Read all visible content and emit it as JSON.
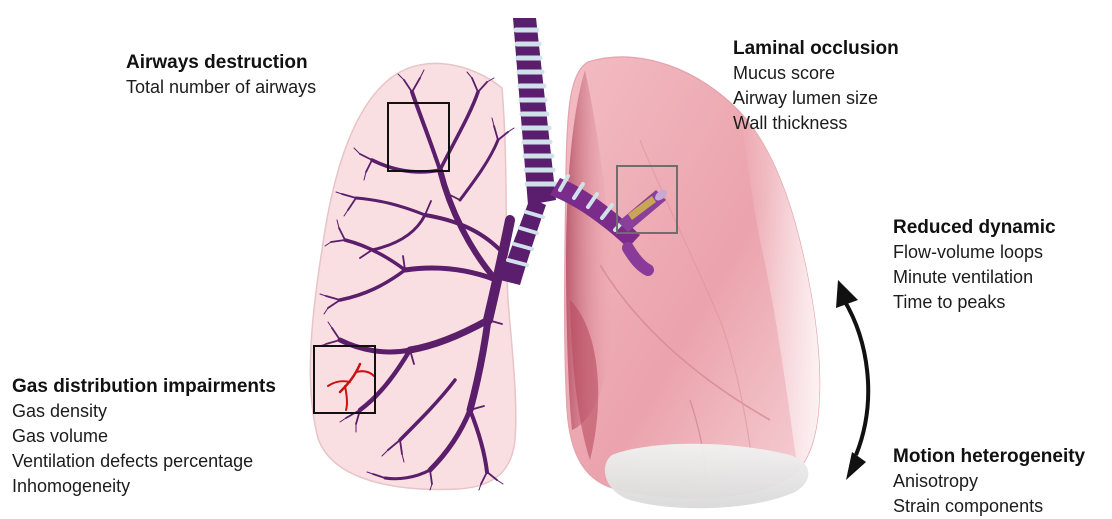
{
  "diagram": {
    "subject": "lung",
    "colors": {
      "left_lung_fill": "#f9dfe1",
      "left_lung_stroke": "#e7c0c4",
      "right_lung_fill": "#eeaab2",
      "right_lung_shadow": "#c96474",
      "airway_tree": "#5a1e6b",
      "trachea_ring": "#cfe2ea",
      "trachea_dark": "#5b1d6d",
      "vessel_highlight": "#cc1111",
      "mucus": "#c9a654",
      "box_stroke_dark": "#111111",
      "box_stroke_grey": "#6e6e6e",
      "arrow": "#111111"
    }
  },
  "callouts": {
    "airways_destruction": {
      "title": "Airways destruction",
      "items": [
        "Total number of airways"
      ]
    },
    "laminal_occlusion": {
      "title": "Laminal occlusion",
      "items": [
        "Mucus score",
        "Airway lumen size",
        "Wall thickness"
      ]
    },
    "reduced_dynamic": {
      "title": "Reduced dynamic",
      "items": [
        "Flow-volume loops",
        "Minute ventilation",
        "Time to peaks"
      ]
    },
    "gas_distribution": {
      "title": "Gas distribution impairments",
      "items": [
        "Gas density",
        "Gas volume",
        "Ventilation defects percentage",
        "Inhomogeneity"
      ]
    },
    "motion_heterogeneity": {
      "title": "Motion heterogeneity",
      "items": [
        "Anisotropy",
        "Strain components"
      ]
    }
  }
}
